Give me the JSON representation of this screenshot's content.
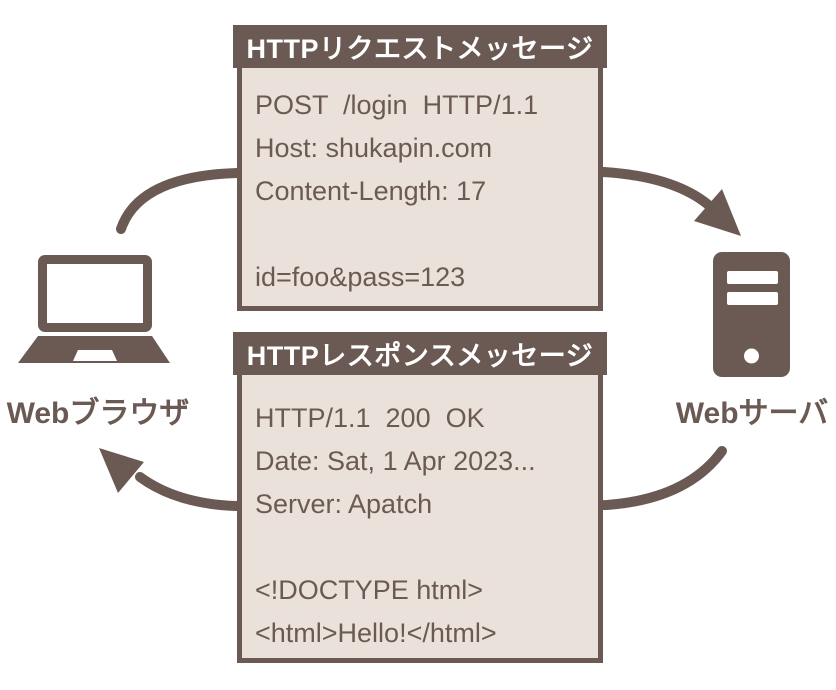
{
  "colors": {
    "dark": "#6b5a54",
    "light": "#ebe1db",
    "white": "#ffffff",
    "bg": "#ffffff"
  },
  "diagram": {
    "request_box": {
      "title": "HTTPリクエストメッセージ",
      "lines": [
        "POST  /login  HTTP/1.1",
        "Host: shukapin.com",
        "Content-Length: 17",
        "",
        "id=foo&pass=123"
      ]
    },
    "response_box": {
      "title": "HTTPレスポンスメッセージ",
      "lines": [
        "HTTP/1.1  200  OK",
        "Date: Sat, 1 Apr 2023...",
        "Server: Apatch",
        "",
        "<!DOCTYPE html>",
        "<html>Hello!</html>"
      ]
    },
    "browser_label": "Webブラウザ",
    "server_label": "Webサーバ",
    "icons": {
      "browser": "laptop-icon",
      "server": "server-tower-icon"
    }
  }
}
